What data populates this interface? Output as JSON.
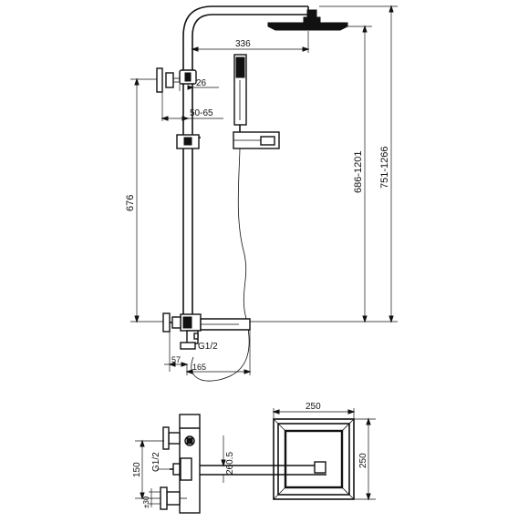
{
  "dimensions": {
    "overhead_reach": "336",
    "holder_offset": "26",
    "wall_distance": "50-65",
    "riser_height": "676",
    "shower_height": "686-1201",
    "total_height": "751-1266",
    "inlet_thread": "G1/2",
    "inlet_offset": "57",
    "spout_depth": "165"
  },
  "top_view": {
    "head_width": "250",
    "head_depth": "250",
    "arm_reach": "260.5",
    "inlet_spacing": "150",
    "inlet_thread": "G1/2",
    "inlet_adjust": "±30"
  }
}
